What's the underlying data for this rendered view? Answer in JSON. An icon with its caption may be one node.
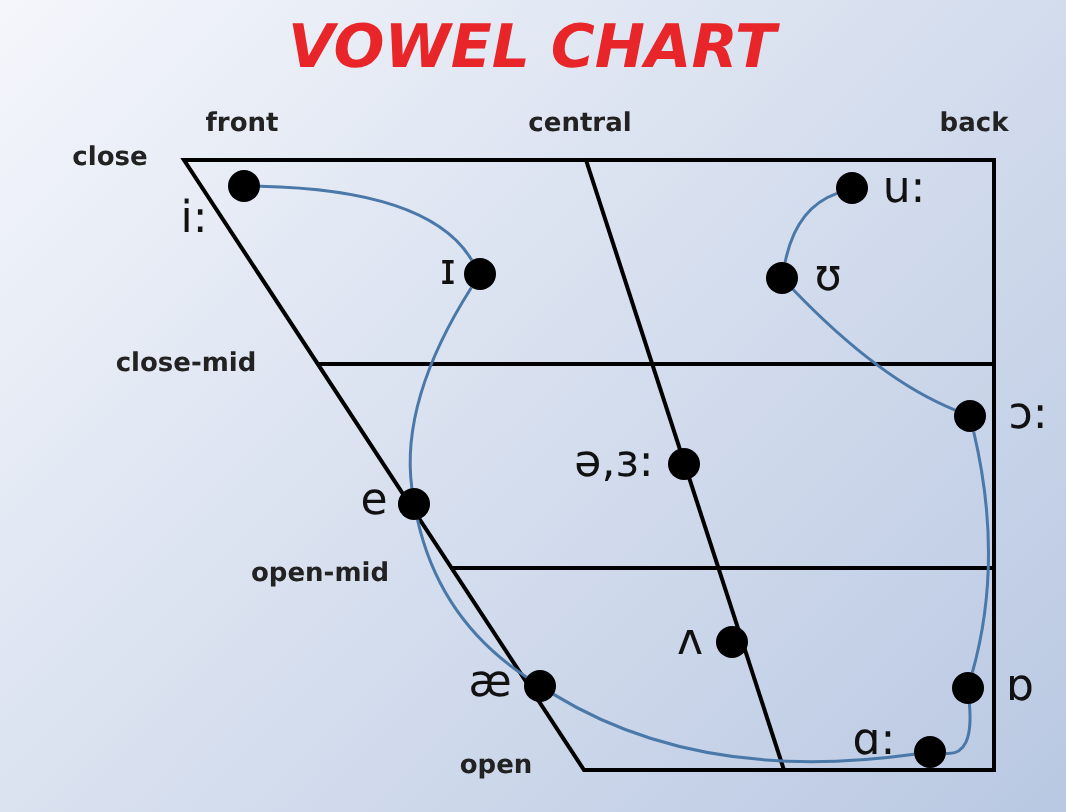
{
  "diagram": {
    "title": "VOWEL CHART",
    "nodes": [
      {
        "text": [],
        "shape": "circle",
        "beside": [
          "i:"
        ]
      },
      {
        "text": [],
        "shape": "circle",
        "beside": [
          "u:"
        ]
      },
      {
        "text": [],
        "shape": "circle",
        "beside": [
          "ɪ"
        ]
      },
      {
        "text": [],
        "shape": "circle",
        "beside": [
          "ʊ"
        ]
      },
      {
        "text": [],
        "shape": "circle",
        "beside": [
          "ɔ:"
        ]
      },
      {
        "text": [],
        "shape": "circle",
        "beside": [
          "ə,ɜ:"
        ]
      },
      {
        "text": [],
        "shape": "circle",
        "beside": [
          "e"
        ]
      },
      {
        "text": [],
        "shape": "circle",
        "beside": [
          "ʌ"
        ]
      },
      {
        "text": [],
        "shape": "circle",
        "beside": [
          "æ"
        ]
      },
      {
        "text": [],
        "shape": "circle",
        "beside": [
          "ɒ"
        ]
      },
      {
        "text": [],
        "shape": "circle",
        "beside": [
          "ɑ:"
        ]
      }
    ],
    "edges": [
      {
        "from": 0,
        "to": 2,
        "arrow": "none"
      },
      {
        "from": 2,
        "to": 6,
        "arrow": "none"
      },
      {
        "from": 6,
        "to": 8,
        "arrow": "none"
      },
      {
        "from": 8,
        "to": 10,
        "arrow": "none"
      },
      {
        "from": 1,
        "to": 3,
        "arrow": "none"
      },
      {
        "from": 3,
        "to": 4,
        "arrow": "none"
      },
      {
        "from": 4,
        "to": 9,
        "arrow": "none"
      },
      {
        "from": 9,
        "to": 10,
        "arrow": "none"
      }
    ],
    "labels": [
      "front",
      "central",
      "back",
      "close",
      "close-mid",
      "open-mid",
      "open"
    ]
  }
}
